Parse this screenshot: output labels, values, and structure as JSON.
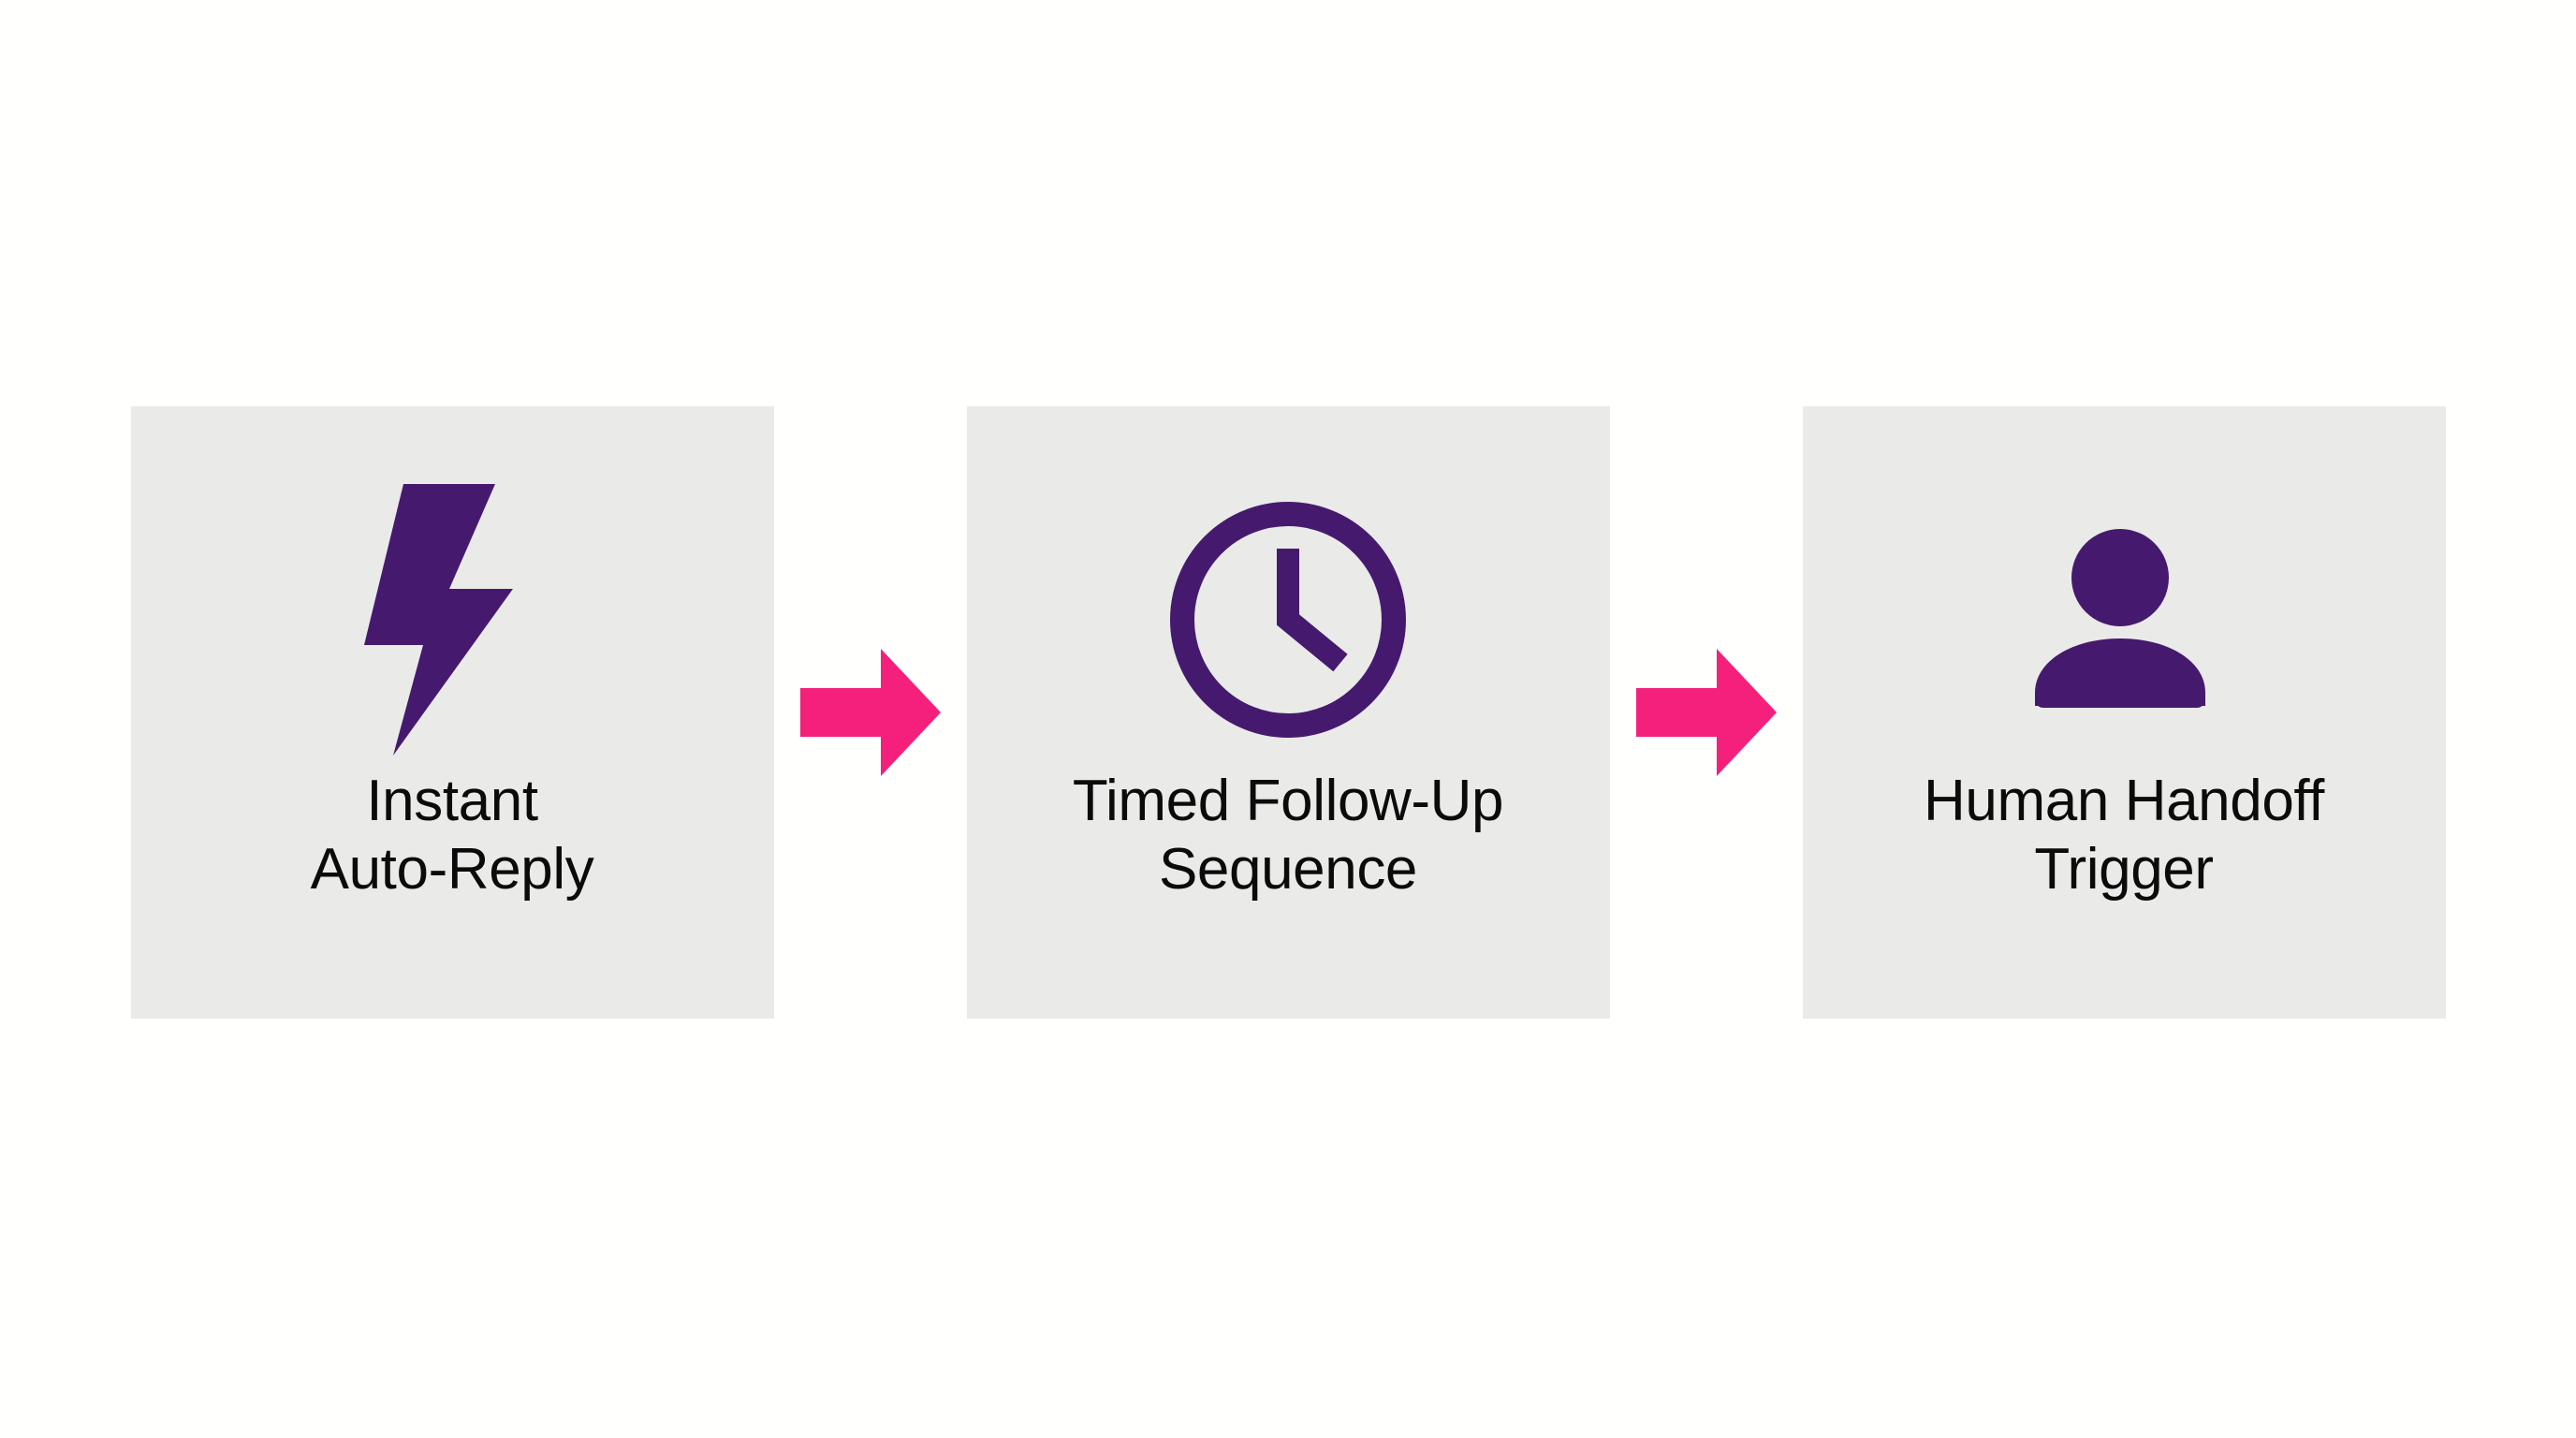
{
  "diagram": {
    "type": "horizontal-process-flow",
    "background_color": "#FFFFFE",
    "card_background_color": "#EAEAE8",
    "icon_color": "#451A6E",
    "arrow_color": "#F4207C",
    "label_color": "#0B0B0B",
    "steps": [
      {
        "id": "instant-auto-reply",
        "icon": "lightning-bolt-icon",
        "label": "Instant\nAuto-Reply",
        "label_line1": "Instant",
        "label_line2": "Auto-Reply"
      },
      {
        "id": "timed-follow-up-sequence",
        "icon": "clock-icon",
        "label": "Timed Follow-Up\nSequence",
        "label_line1": "Timed Follow-Up",
        "label_line2": "Sequence"
      },
      {
        "id": "human-handoff-trigger",
        "icon": "person-icon",
        "label": "Human Handoff\nTrigger",
        "label_line1": "Human Handoff",
        "label_line2": "Trigger"
      }
    ],
    "connectors": [
      {
        "id": "connector-1",
        "icon": "arrow-right-icon"
      },
      {
        "id": "connector-2",
        "icon": "arrow-right-icon"
      }
    ]
  }
}
